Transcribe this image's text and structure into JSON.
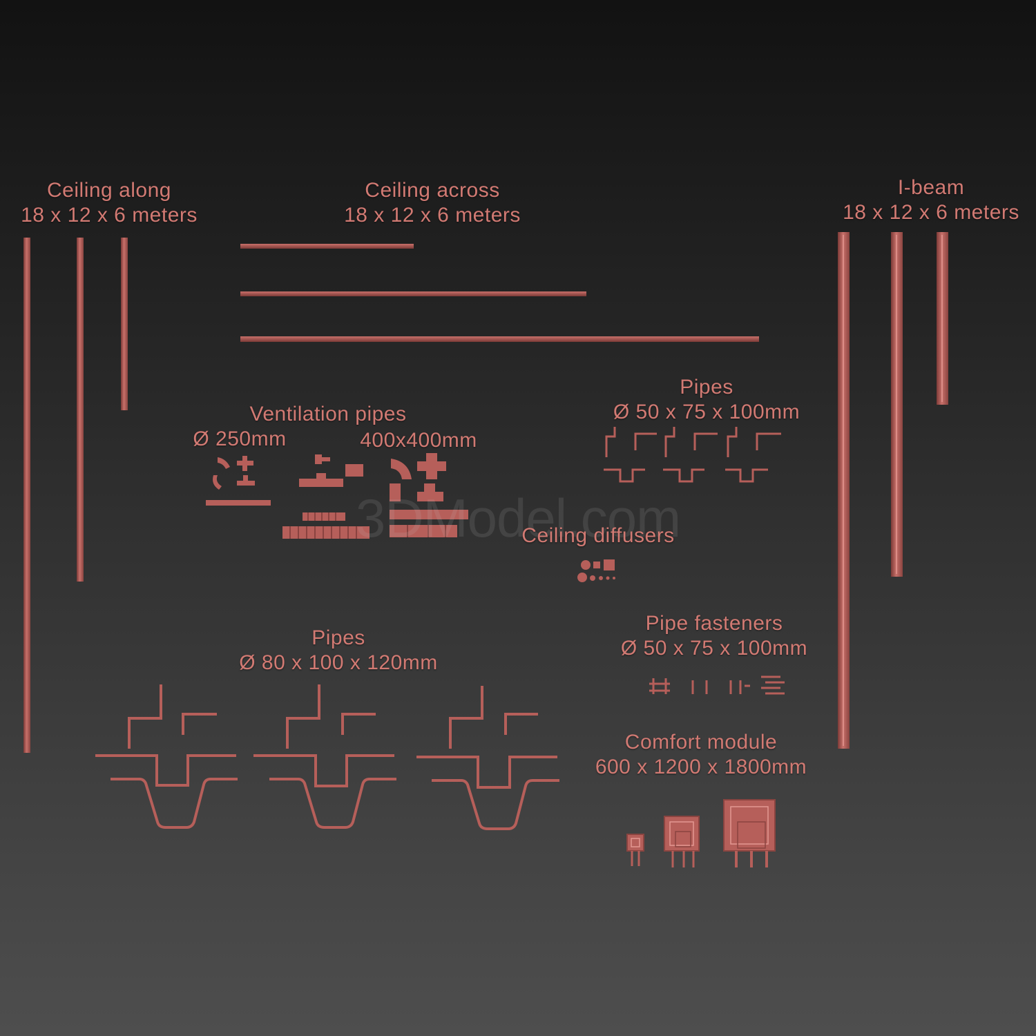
{
  "colors": {
    "accent": "#d27a73",
    "model": "#b65f5a",
    "background_top": "#121212",
    "background_bottom": "#4e4e4e"
  },
  "labels": {
    "ceiling_along": {
      "line1": "Ceiling along",
      "line2": "18 x 12 x 6 meters"
    },
    "ceiling_across": {
      "line1": "Ceiling across",
      "line2": "18 x 12 x 6 meters"
    },
    "ibeam": {
      "line1": "I-beam",
      "line2": "18 x 12 x 6 meters"
    },
    "ventilation": {
      "line1": "Ventilation pipes",
      "round": "Ø 250mm",
      "square": "400x400mm"
    },
    "pipes_small": {
      "line1": "Pipes",
      "line2": "Ø 50 x 75 x 100mm"
    },
    "ceiling_diffusers": {
      "line1": "Ceiling diffusers"
    },
    "pipes_large": {
      "line1": "Pipes",
      "line2": "Ø 80 x 100 x 120mm"
    },
    "pipe_fasteners": {
      "line1": "Pipe fasteners",
      "line2": "Ø 50 x 75 x 100mm"
    },
    "comfort_module": {
      "line1": "Comfort module",
      "line2": "600 x 1200 x 1800mm"
    }
  },
  "watermark": "3DModel.com"
}
